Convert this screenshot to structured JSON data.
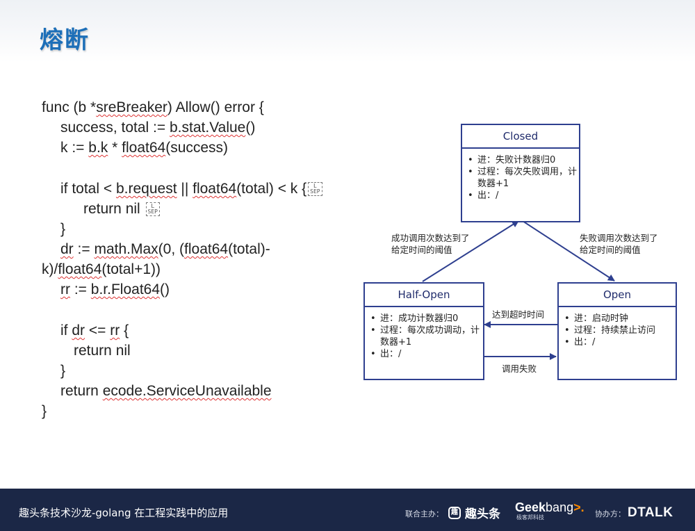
{
  "slide": {
    "title": "熔断"
  },
  "code": {
    "l1": {
      "a": "func (b *",
      "b": "sreBreaker",
      "c": ") Allow() error {"
    },
    "l2": {
      "a": "success, total := ",
      "b": "b.stat.Value",
      "c": "()"
    },
    "l3": {
      "a": "k := ",
      "b": "b.k",
      "c": " * ",
      "d": "float64",
      "e": "(success)"
    },
    "l4": {
      "a": "if total < ",
      "b": "b.request",
      "c": " || ",
      "d": "float64",
      "e": "(total) < k {",
      "sep": "L\nSEP"
    },
    "l5": {
      "a": "return nil ",
      "sep": "L\nSEP"
    },
    "l6": "}",
    "l7": {
      "a": "dr",
      "b": " := ",
      "c": "math.Max",
      "d": "(0, (",
      "e": "float64",
      "f": "(total)-"
    },
    "l8": {
      "a": "k)/",
      "b": "float64",
      "c": "(total+1))"
    },
    "l9": {
      "a": "rr",
      "b": " := ",
      "c": "b.r.Float64",
      "d": "()"
    },
    "l10": {
      "a": "if ",
      "b": "dr",
      "c": " <= ",
      "d": "rr",
      "e": " {"
    },
    "l11": "return nil",
    "l12": "}",
    "l13": {
      "a": "return ",
      "b": "ecode.ServiceUnavailable"
    },
    "l14": "}"
  },
  "diagram": {
    "closed": {
      "title": "Closed",
      "items": [
        "进：失败计数器归0",
        "过程：每次失败调用，计数器+1",
        "出：/"
      ]
    },
    "half_open": {
      "title": "Half-Open",
      "items": [
        "进：成功计数器归0",
        "过程：每次成功调动，计数器+1",
        "出：/"
      ]
    },
    "open": {
      "title": "Open",
      "items": [
        "进：启动时钟",
        "过程：持续禁止访问",
        "出：/"
      ]
    },
    "edges": {
      "half_to_closed": "成功调用次数达到了给定时间的阈值",
      "closed_to_open": "失败调用次数达到了给定时间的阈值",
      "open_to_half": "达到超时时间",
      "half_to_open": "调用失败"
    },
    "colors": {
      "box": "#2e3f8f",
      "arrow": "#2e3f8f"
    }
  },
  "footer": {
    "title": "趣头条技术沙龙-golang 在工程实践中的应用",
    "sponsor_label": "联合主办：",
    "sponsor1": "趣头条",
    "sponsor1_mark": "趣",
    "sponsor2_a": "Geek",
    "sponsor2_b": "bang",
    "sponsor2_c": ">.",
    "sponsor2_sub": "极客邦科技",
    "co_label": "协办方：",
    "co_name": "DTALK",
    "colors": {
      "background": "#1b2746",
      "accent": "#ff8a00"
    }
  }
}
